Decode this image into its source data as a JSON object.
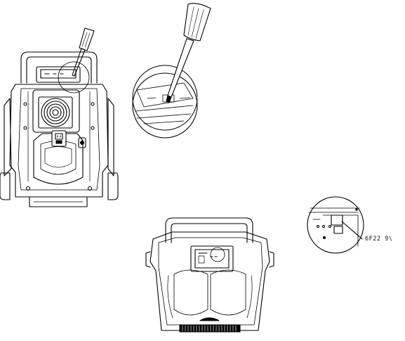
{
  "diagram": {
    "callout_label": "6F22 9\\",
    "stroke_color": "#000000",
    "fill_color": "#ffffff",
    "views": [
      "rear-view-unit-with-screwdriver",
      "detail-circle-screwdriver",
      "top-view-unit-control-panel",
      "detail-circle-control-panel"
    ],
    "icons": [
      "screwdriver-icon",
      "fan-grille-icon",
      "power-inlet-icon",
      "wheel-icon",
      "handle-icon"
    ]
  }
}
